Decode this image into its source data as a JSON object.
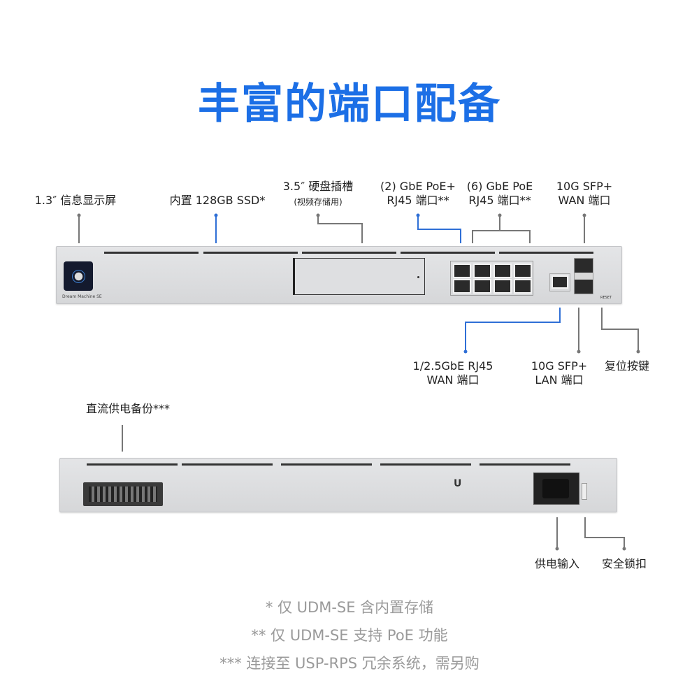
{
  "title": "丰富的端口配备",
  "front_labels": {
    "display": "1.3″ 信息显示屏",
    "ssd": "内置 128GB SSD*",
    "hdd": "3.5″ 硬盘插槽",
    "hdd_sub": "(视频存储用)",
    "poe_plus_1": "(2) GbE PoE+",
    "poe_plus_2": "RJ45 端口**",
    "poe_1": "(6) GbE PoE",
    "poe_2": "RJ45 端口**",
    "sfp_wan_1": "10G SFP+",
    "sfp_wan_2": "WAN 端口",
    "rj45_wan_1": "1/2.5GbE RJ45",
    "rj45_wan_2": "WAN 端口",
    "sfp_lan_1": "10G SFP+",
    "sfp_lan_2": "LAN 端口",
    "reset": "复位按键"
  },
  "device": {
    "name": "Dream Machine SE",
    "reset_text": "RESET"
  },
  "back_labels": {
    "dc": "直流供电备份***",
    "power": "供电输入",
    "lock": "安全锁扣"
  },
  "notes": [
    "* 仅 UDM-SE 含内置存储",
    "** 仅 UDM-SE 支持 PoE 功能",
    "*** 连接至 USP-RPS 冗余系统，需另购"
  ],
  "colors": {
    "accent": "#1c6fe6",
    "line_blue": "#2f6fd6",
    "note": "#9a9a9a"
  }
}
